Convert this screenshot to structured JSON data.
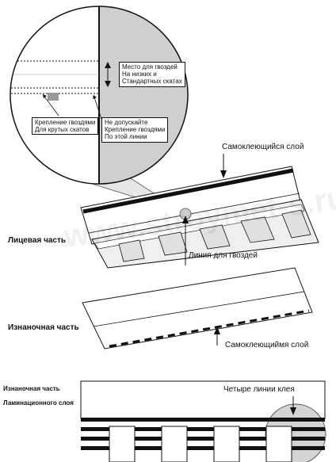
{
  "detail": {
    "nail_zone_text": [
      "Место для гвоздей",
      "На низких и",
      "Стандартных скатах"
    ],
    "steep_nailing_text": [
      "Крепление гвоздями",
      "Для крутых скатов"
    ],
    "no_nail_line_text": [
      "Не допускайте",
      "Крепление гвоздями",
      "По этой линии"
    ]
  },
  "front": {
    "title": "Лицевая часть",
    "adhesive_label": "Самоклеющийся слой",
    "nail_line_label": "Линия для гвоздей"
  },
  "back": {
    "title": "Изнаночная часть",
    "adhesive_label": "Самоклеющиймя слой"
  },
  "laminated": {
    "title_line1": "Изнаночная часть",
    "title_line2": "Ламинационного слоя",
    "glue_label": "Четыре линии клея"
  },
  "watermark": "www.stroymet-s.ru"
}
